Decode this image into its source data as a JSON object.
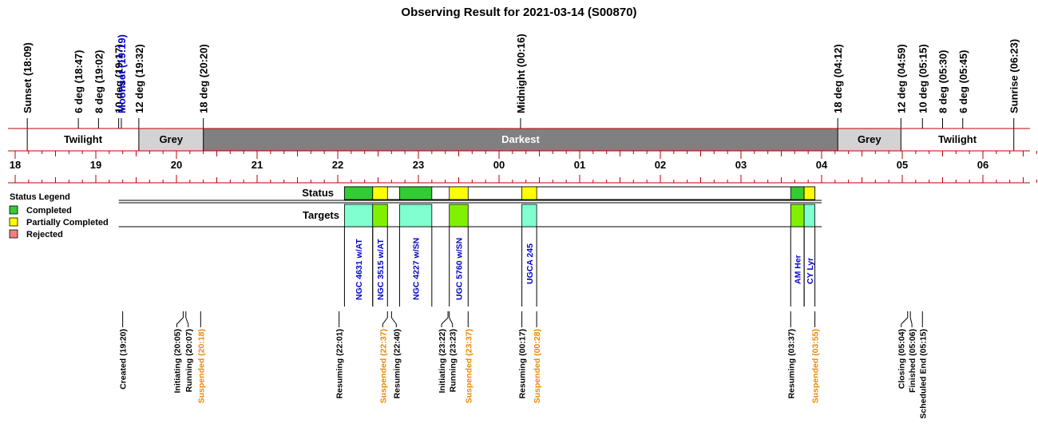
{
  "title": "Observing Result for 2021-03-14 (S00870)",
  "colors": {
    "twilight_band": "#ffffff",
    "grey_band": "#d3d3d3",
    "dark_band": "#808080",
    "band_border": "#c00000",
    "night_event_text": "#000000",
    "moon_event_text": "#0000cc",
    "target_text": "#0000cc",
    "suspended_text": "#ee8800",
    "completed": "#33cc33",
    "partial": "#ffff00",
    "rejected": "#f08080",
    "target_slot": "#80ffd0",
    "target_slot_alt": "#80f000"
  },
  "night_events": [
    {
      "label": "Sunset (18:09)",
      "time": "18:09",
      "kind": "night"
    },
    {
      "label": "6 deg (18:47)",
      "time": "18:47",
      "kind": "night"
    },
    {
      "label": "8 deg (19:02)",
      "time": "19:02",
      "kind": "night"
    },
    {
      "label": "10 deg (19:17)",
      "time": "19:17",
      "kind": "night"
    },
    {
      "label": "Moonset (19:19)",
      "time": "19:19",
      "kind": "moon"
    },
    {
      "label": "12 deg (19:32)",
      "time": "19:32",
      "kind": "night"
    },
    {
      "label": "18 deg (20:20)",
      "time": "20:20",
      "kind": "night"
    },
    {
      "label": "Midnight (00:16)",
      "time": "00:16",
      "kind": "night"
    },
    {
      "label": "18 deg (04:12)",
      "time": "04:12",
      "kind": "night"
    },
    {
      "label": "12 deg (04:59)",
      "time": "04:59",
      "kind": "night"
    },
    {
      "label": "10 deg (05:15)",
      "time": "05:15",
      "kind": "night"
    },
    {
      "label": "8 deg (05:30)",
      "time": "05:30",
      "kind": "night"
    },
    {
      "label": "6 deg (05:45)",
      "time": "05:45",
      "kind": "night"
    },
    {
      "label": "Sunrise (06:23)",
      "time": "06:23",
      "kind": "night"
    }
  ],
  "bands": [
    {
      "label": "Twilight",
      "start": "18:09",
      "end": "19:32",
      "type": "twilight"
    },
    {
      "label": "Grey",
      "start": "19:32",
      "end": "20:20",
      "type": "grey"
    },
    {
      "label": "Darkest",
      "start": "20:20",
      "end": "04:12",
      "type": "dark"
    },
    {
      "label": "Grey",
      "start": "04:12",
      "end": "04:59",
      "type": "grey"
    },
    {
      "label": "Twilight",
      "start": "04:59",
      "end": "06:23",
      "type": "twilight"
    }
  ],
  "axis": {
    "start": "17:57",
    "end": "06:45",
    "hour_labels": [
      "18",
      "19",
      "20",
      "21",
      "22",
      "23",
      "00",
      "01",
      "02",
      "03",
      "04",
      "05",
      "06"
    ]
  },
  "legend": {
    "title": "Status Legend",
    "items": [
      {
        "label": "Completed",
        "status": "completed"
      },
      {
        "label": "Partially Completed",
        "status": "partial"
      },
      {
        "label": "Rejected",
        "status": "rejected"
      }
    ]
  },
  "rows": {
    "status_label": "Status",
    "targets_label": "Targets"
  },
  "rows_start": "19:20",
  "observations": [
    {
      "target": "NGC 4631 w/AT",
      "start": "22:05",
      "end": "22:26",
      "status": "completed",
      "slot": "cyan"
    },
    {
      "target": "NGC 3515 w/AT",
      "start": "22:26",
      "end": "22:37",
      "status": "partial",
      "slot": "green"
    },
    {
      "target": "NGC 4227 w/SN",
      "start": "22:46",
      "end": "23:10",
      "status": "completed",
      "slot": "cyan"
    },
    {
      "target": "UGC 5760 w/SN",
      "start": "23:23",
      "end": "23:37",
      "status": "partial",
      "slot": "green"
    },
    {
      "target": "UGCA 245",
      "start": "00:17",
      "end": "00:28",
      "status": "partial",
      "slot": "cyan"
    },
    {
      "target": "AM Her",
      "start": "03:37",
      "end": "03:47",
      "status": "completed",
      "slot": "green"
    },
    {
      "target": "CY Lyr",
      "start": "03:47",
      "end": "03:55",
      "status": "partial",
      "slot": "cyan"
    }
  ],
  "rows_end": "03:55",
  "log_events": [
    {
      "label": "Created (19:20)",
      "time": "19:20",
      "kind": "normal"
    },
    {
      "label": "Initiating (20:05)",
      "time": "20:05",
      "kind": "normal"
    },
    {
      "label": "Running (20:07)",
      "time": "20:07",
      "kind": "normal"
    },
    {
      "label": "Suspended (20:18)",
      "time": "20:18",
      "kind": "suspended"
    },
    {
      "label": "Resuming (22:01)",
      "time": "22:01",
      "kind": "normal"
    },
    {
      "label": "Suspended (22:37)",
      "time": "22:37",
      "kind": "suspended"
    },
    {
      "label": "Resuming (22:40)",
      "time": "22:40",
      "kind": "normal"
    },
    {
      "label": "Initiating (23:22)",
      "time": "23:22",
      "kind": "normal"
    },
    {
      "label": "Running (23:23)",
      "time": "23:23",
      "kind": "normal"
    },
    {
      "label": "Suspended (23:37)",
      "time": "23:37",
      "kind": "suspended"
    },
    {
      "label": "Resuming (00:17)",
      "time": "00:17",
      "kind": "normal"
    },
    {
      "label": "Suspended (00:28)",
      "time": "00:28",
      "kind": "suspended"
    },
    {
      "label": "Resuming (03:37)",
      "time": "03:37",
      "kind": "normal"
    },
    {
      "label": "Suspended (03:55)",
      "time": "03:55",
      "kind": "suspended"
    },
    {
      "label": "Closing (05:04)",
      "time": "05:04",
      "kind": "normal"
    },
    {
      "label": "Finished (05:06)",
      "time": "05:06",
      "kind": "normal"
    },
    {
      "label": "Scheduled End (05:15)",
      "time": "05:15",
      "kind": "normal"
    }
  ]
}
